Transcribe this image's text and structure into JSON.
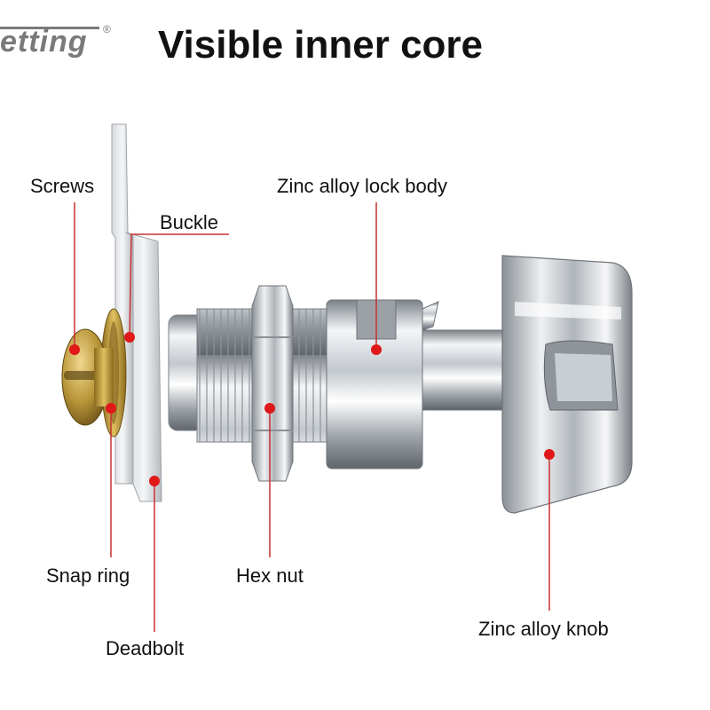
{
  "brand": {
    "text": "etting",
    "reg_mark": "®"
  },
  "title": "Visible inner core",
  "labels": {
    "screws": "Screws",
    "buckle": "Buckle",
    "lock_body": "Zinc alloy lock body",
    "snap_ring": "Snap ring",
    "hex_nut": "Hex nut",
    "knob": "Zinc alloy knob",
    "deadbolt": "Deadbolt"
  },
  "colors": {
    "marker": "#e01818",
    "leader": "#c83030",
    "chrome_light": "#f2f4f6",
    "chrome_mid": "#b9bec4",
    "chrome_dark": "#6e747a",
    "brass": "#b8942e",
    "brand": "#7a7a7a"
  }
}
